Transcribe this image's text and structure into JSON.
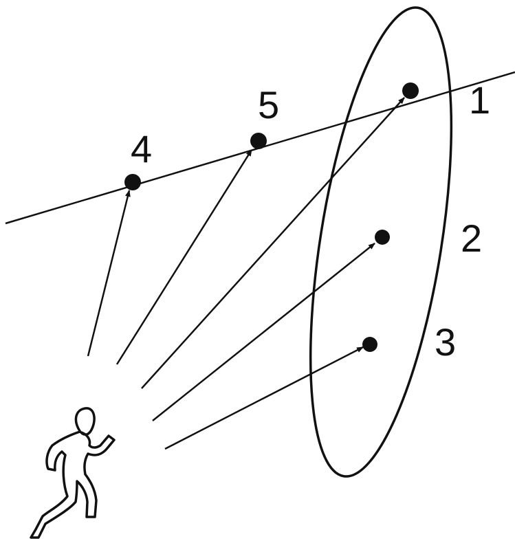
{
  "diagram": {
    "points": [
      {
        "id": "1",
        "label": "1"
      },
      {
        "id": "2",
        "label": "2"
      },
      {
        "id": "3",
        "label": "3"
      },
      {
        "id": "4",
        "label": "4"
      },
      {
        "id": "5",
        "label": "5"
      }
    ],
    "line_points": [
      "4",
      "5",
      "1"
    ],
    "ellipse_points": [
      "1",
      "2",
      "3"
    ],
    "observer": "running-person-icon",
    "colors": {
      "ink": "#111111",
      "background": "#ffffff"
    }
  }
}
